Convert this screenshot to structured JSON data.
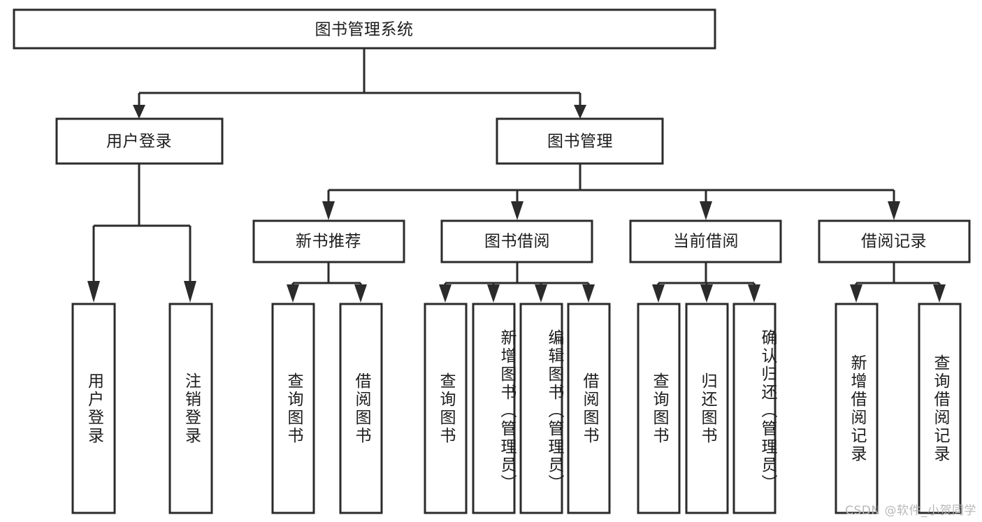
{
  "diagram": {
    "title": "图书管理系统",
    "type": "functional-structure-tree",
    "root": {
      "label": "图书管理系统"
    },
    "level2": [
      {
        "label": "用户登录"
      },
      {
        "label": "图书管理"
      }
    ],
    "level3": [
      {
        "label": "新书推荐"
      },
      {
        "label": "图书借阅"
      },
      {
        "label": "当前借阅"
      },
      {
        "label": "借阅记录"
      }
    ],
    "leaves": {
      "user_login": [
        {
          "label": "用户登录"
        },
        {
          "label": "注销登录"
        }
      ],
      "new_book_recommend": [
        {
          "label": "查询图书"
        },
        {
          "label": "借阅图书"
        }
      ],
      "book_borrow": [
        {
          "label": "查询图书"
        },
        {
          "label": "新增图书（管理员）"
        },
        {
          "label": "编辑图书（管理员）"
        },
        {
          "label": "借阅图书"
        }
      ],
      "current_borrow": [
        {
          "label": "查询图书"
        },
        {
          "label": "归还图书"
        },
        {
          "label": "确认归还（管理员）"
        }
      ],
      "borrow_record": [
        {
          "label": "新增借阅记录"
        },
        {
          "label": "查询借阅记录"
        }
      ]
    }
  },
  "watermark": {
    "text": "CSDN @软件_小贺同学"
  },
  "colors": {
    "box_stroke": "#2b2b2b",
    "box_fill": "#ffffff",
    "text": "#1c1c1c",
    "background": "#ffffff",
    "watermark": "#b8b8b8"
  }
}
